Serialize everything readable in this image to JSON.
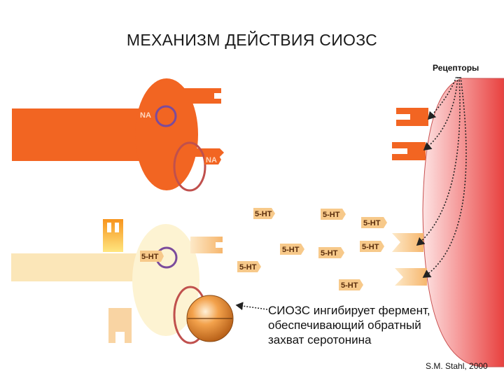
{
  "title": "МЕХАНИЗМ ДЕЙСТВИЯ СИОЗС",
  "receptors_label": "Рецепторы",
  "na_labels": [
    "NA",
    "NA"
  ],
  "serotonin_labels": [
    "5-HT",
    "5-HT",
    "5-HT",
    "5-HT",
    "5-HT",
    "5-HT",
    "5-HT",
    "5-HT",
    "5-HT"
  ],
  "caption": {
    "line1": "СИОЗС ингибирует фермент,",
    "line2": "обеспечивающий обратный",
    "line3": "захват серотонина"
  },
  "credit": "S.M. Stahl, 2000",
  "colors": {
    "na_neuron": "#f26522",
    "serotonin_neuron": "#fbe6b8",
    "serotonin_tag": "#f7c98a",
    "receptor_cell": "#f37b7b",
    "pump_ring": "#c0504d",
    "na_ring": "#7b4b9c"
  }
}
